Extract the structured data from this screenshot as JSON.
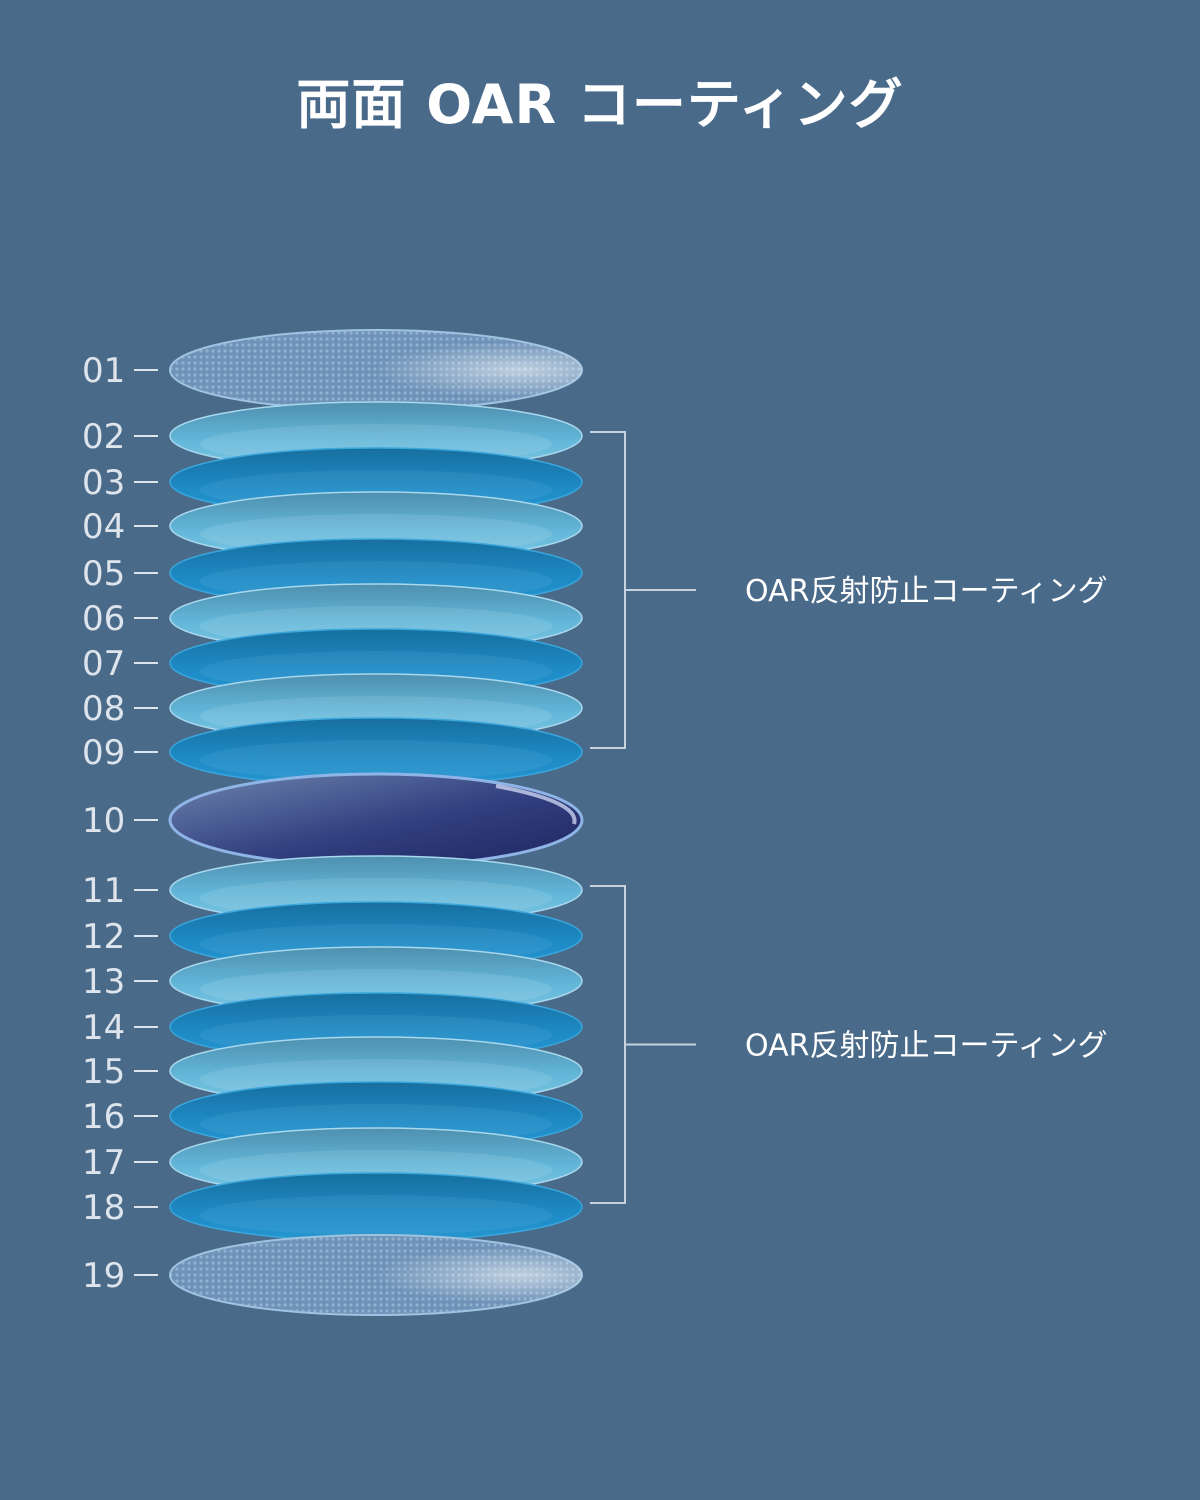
{
  "title": "両面 OAR コーティング",
  "layers": [
    {
      "num": "01",
      "kind": "mesh"
    },
    {
      "num": "02",
      "kind": "light"
    },
    {
      "num": "03",
      "kind": "dark"
    },
    {
      "num": "04",
      "kind": "light"
    },
    {
      "num": "05",
      "kind": "dark"
    },
    {
      "num": "06",
      "kind": "light"
    },
    {
      "num": "07",
      "kind": "dark"
    },
    {
      "num": "08",
      "kind": "light"
    },
    {
      "num": "09",
      "kind": "dark"
    },
    {
      "num": "10",
      "kind": "lens"
    },
    {
      "num": "11",
      "kind": "light"
    },
    {
      "num": "12",
      "kind": "dark"
    },
    {
      "num": "13",
      "kind": "light"
    },
    {
      "num": "14",
      "kind": "dark"
    },
    {
      "num": "15",
      "kind": "light"
    },
    {
      "num": "16",
      "kind": "dark"
    },
    {
      "num": "17",
      "kind": "light"
    },
    {
      "num": "18",
      "kind": "dark"
    },
    {
      "num": "19",
      "kind": "mesh"
    }
  ],
  "groups": [
    {
      "label": "OAR反射防止コーティング",
      "from": "02",
      "to": "09"
    },
    {
      "label": "OAR反射防止コーティング",
      "from": "11",
      "to": "18"
    }
  ],
  "colors": {
    "background": "#4a6a8a",
    "layer_light": "#5aaed0",
    "layer_dark": "#1c86bf",
    "lens": "#2a3a78",
    "bracket": "#c8d2dc"
  }
}
